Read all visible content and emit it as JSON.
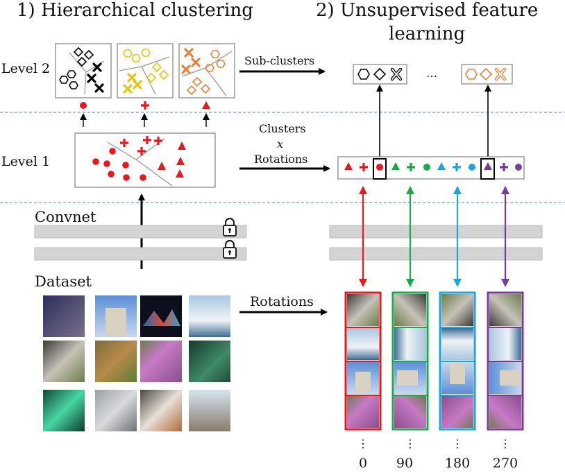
{
  "titles": {
    "left": "1) Hierarchical clustering",
    "right_line1": "2) Unsupervised feature",
    "right_line2": "learning"
  },
  "labels": {
    "level2": "Level 2",
    "level1": "Level 1",
    "convnet": "Convnet",
    "dataset": "Dataset",
    "sub_clusters": "Sub-clusters",
    "clusters": "Clusters",
    "x": "x",
    "rotations_mid": "Rotations",
    "rotations_bottom": "Rotations",
    "ellipsis": "…",
    "vdots": "⋮"
  },
  "angles": [
    "0",
    "90",
    "180",
    "270"
  ],
  "colors": {
    "red": "#e8191a",
    "green": "#1aa84b",
    "blue": "#1aa6e0",
    "purple": "#7a3a9a",
    "yellow": "#e8c40e",
    "orange": "#e8813a",
    "gray_bar": "#d4d4d4",
    "dash": "#4a86c5"
  },
  "icons": {
    "lock": "lock-icon",
    "cluster_markers": [
      "circle-marker",
      "plus-marker",
      "triangle-marker"
    ],
    "sub_markers": [
      "hexagon-marker",
      "diamond-marker",
      "cross-marker"
    ]
  }
}
